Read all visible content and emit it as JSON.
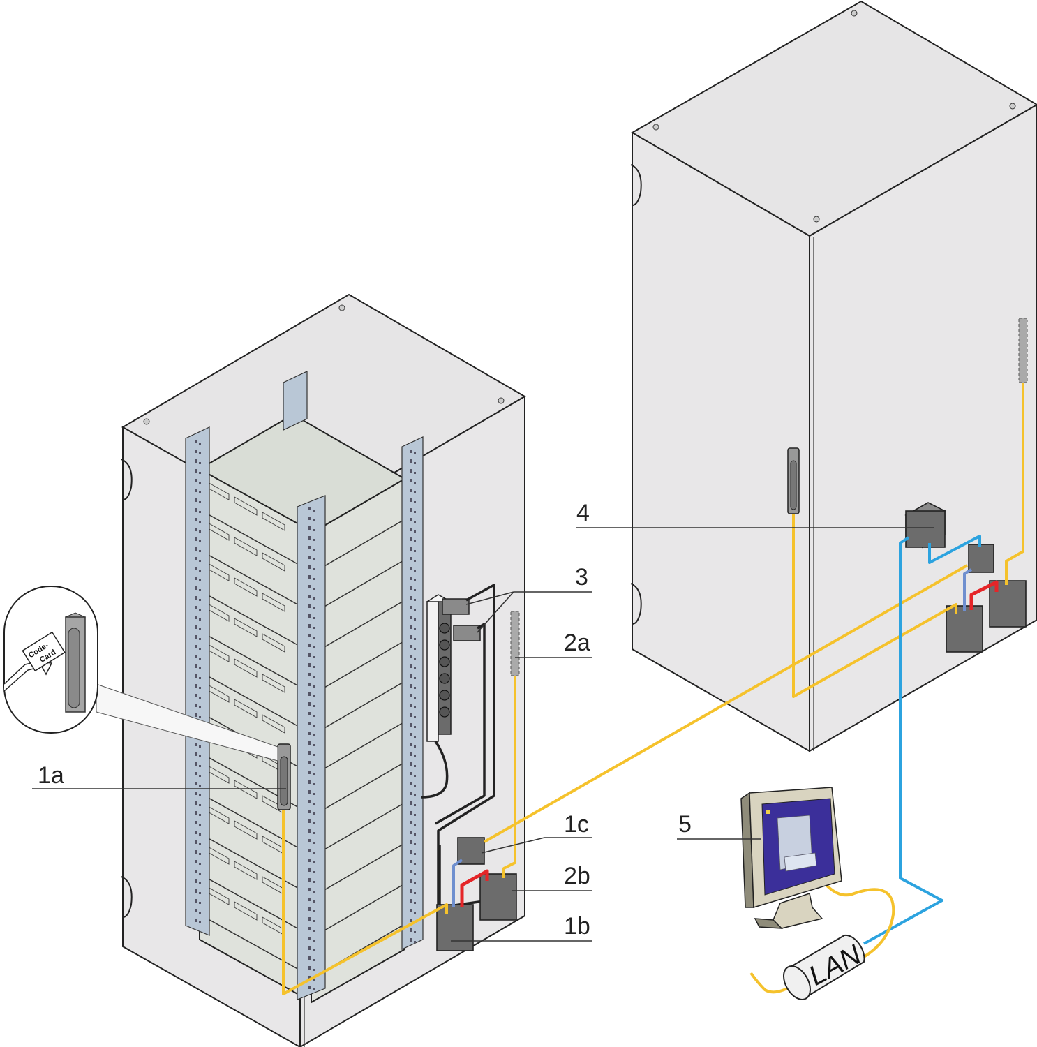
{
  "title": "Access control system for server cabinets",
  "callouts": [
    {
      "id": "1a",
      "label": "1a",
      "meaning": "card reader handle on front door"
    },
    {
      "id": "1b",
      "label": "1b"
    },
    {
      "id": "1c",
      "label": "1c"
    },
    {
      "id": "2a",
      "label": "2a"
    },
    {
      "id": "2b",
      "label": "2b"
    },
    {
      "id": "3",
      "label": "3"
    },
    {
      "id": "4",
      "label": "4"
    },
    {
      "id": "5",
      "label": "5"
    }
  ],
  "detail_inset": {
    "card_text_line1": "Code-",
    "card_text_line2": "Card"
  },
  "network": {
    "lan_label": "LAN"
  },
  "colors": {
    "cabinet": "#e8e7e8",
    "rail": "#b9c7d6",
    "module": "#6c6c6c",
    "cable_yellow": "#f5c22c",
    "cable_blue": "#2ca3df",
    "cable_red": "#e52528",
    "cable_lightblue": "#6f8fcf",
    "screen": "#3b2f9a"
  }
}
